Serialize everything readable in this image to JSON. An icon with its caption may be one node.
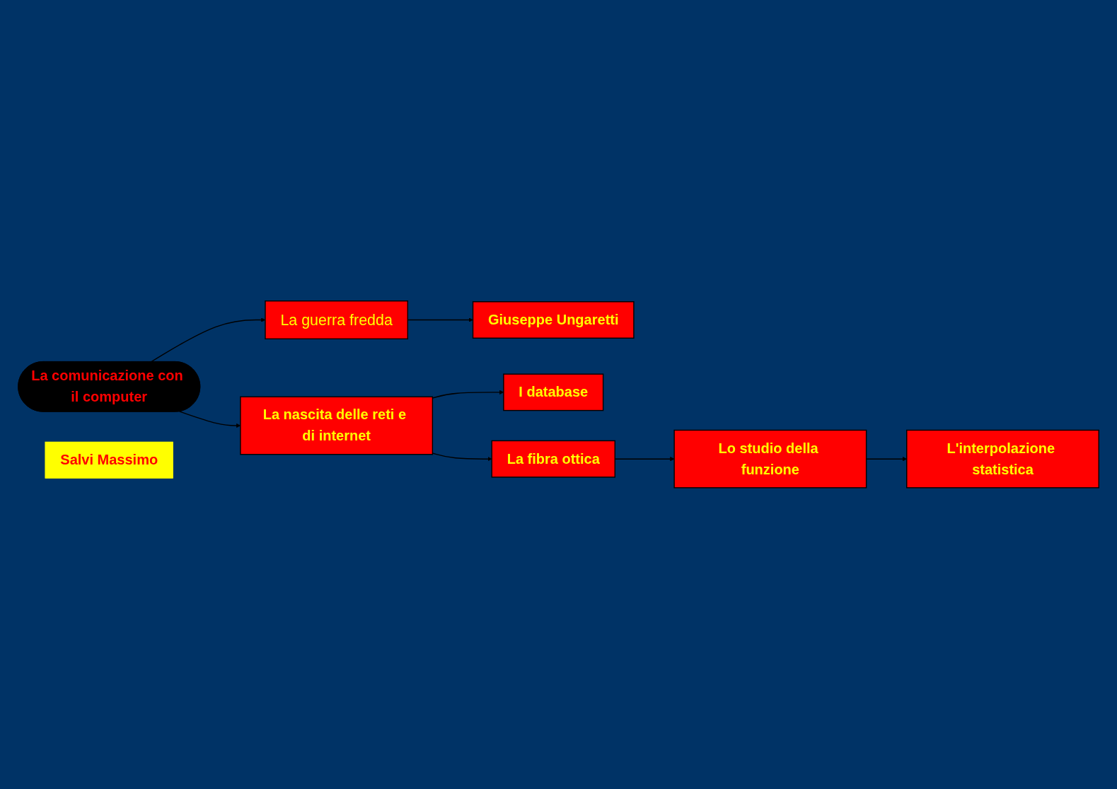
{
  "diagram": {
    "nodes": [
      {
        "text": [
          "La comunicazione con il computer"
        ]
      },
      {
        "text": [
          "La guerra fredda"
        ]
      },
      {
        "text": [
          "Giuseppe Ungaretti"
        ]
      },
      {
        "text": [
          "La nascita delle reti e di internet"
        ]
      },
      {
        "text": [
          "I database"
        ]
      },
      {
        "text": [
          "La fibra ottica"
        ]
      },
      {
        "text": [
          "Lo studio della funzione"
        ]
      },
      {
        "text": [
          "L'interpolazione statistica"
        ]
      },
      {
        "text": [
          "Salvi Massimo"
        ]
      }
    ],
    "edges": [
      {
        "from": 0,
        "to": 1,
        "arrow": "to"
      },
      {
        "from": 1,
        "to": 2,
        "arrow": "to"
      },
      {
        "from": 0,
        "to": 3,
        "arrow": "to"
      },
      {
        "from": 3,
        "to": 4,
        "arrow": "to"
      },
      {
        "from": 3,
        "to": 5,
        "arrow": "to"
      },
      {
        "from": 5,
        "to": 6,
        "arrow": "to"
      },
      {
        "from": 6,
        "to": 7,
        "arrow": "to"
      }
    ]
  }
}
